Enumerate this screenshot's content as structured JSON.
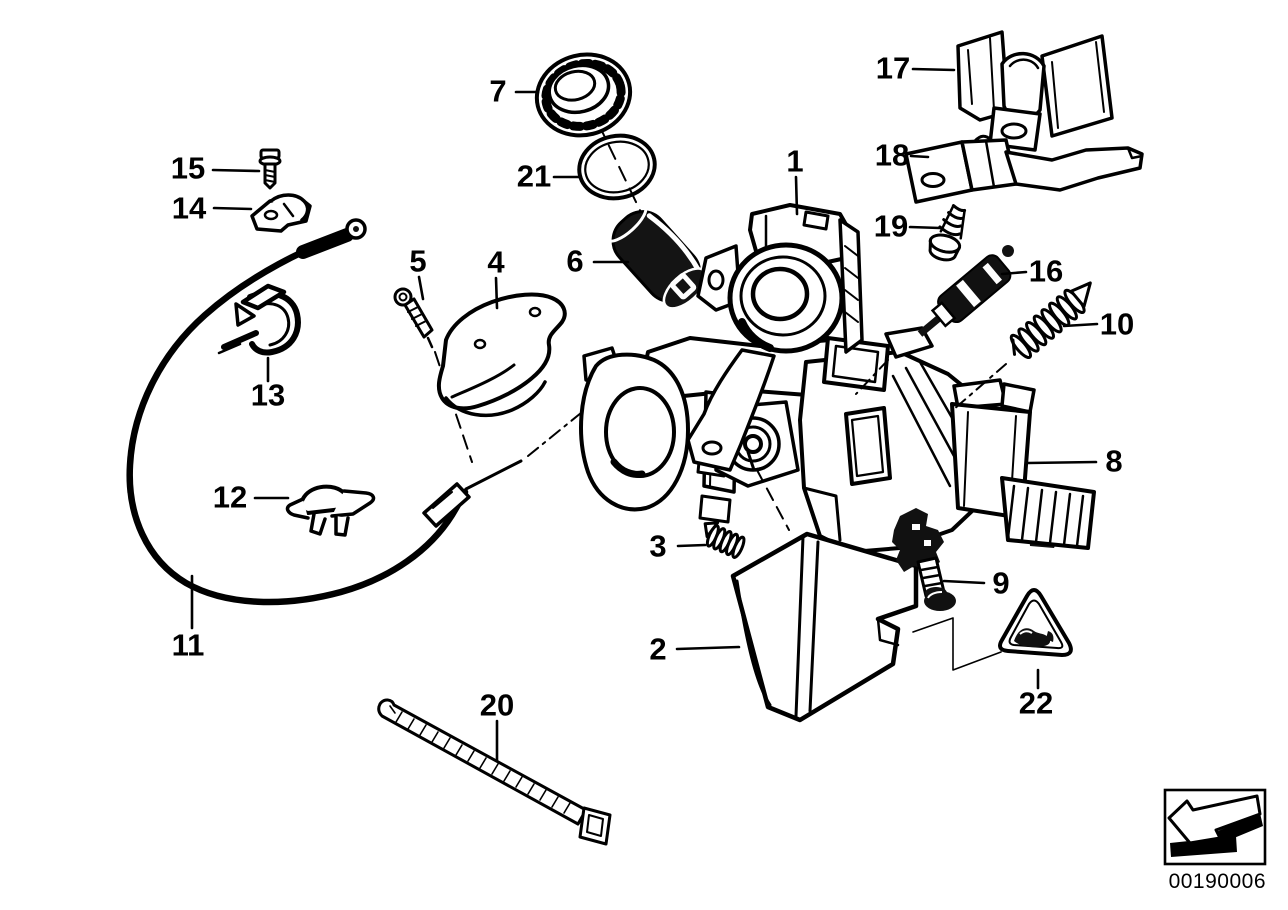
{
  "figure": {
    "background_color": "#ffffff",
    "line_color": "#000000",
    "kind": "exploded-parts-line-drawing"
  },
  "callouts": [
    {
      "number": "1"
    },
    {
      "number": "2"
    },
    {
      "number": "3"
    },
    {
      "number": "4"
    },
    {
      "number": "5"
    },
    {
      "number": "6"
    },
    {
      "number": "7"
    },
    {
      "number": "8"
    },
    {
      "number": "9"
    },
    {
      "number": "10"
    },
    {
      "number": "11"
    },
    {
      "number": "12"
    },
    {
      "number": "13"
    },
    {
      "number": "14"
    },
    {
      "number": "15"
    },
    {
      "number": "16"
    },
    {
      "number": "17"
    },
    {
      "number": "18"
    },
    {
      "number": "19"
    },
    {
      "number": "20"
    },
    {
      "number": "21"
    },
    {
      "number": "22"
    }
  ],
  "icons": {
    "warning_triangle": "anti-theft-key-warning-icon",
    "footer_arrow": "down-left-3d-arrow-icon"
  },
  "footer": {
    "drawing_number": "00190006"
  }
}
